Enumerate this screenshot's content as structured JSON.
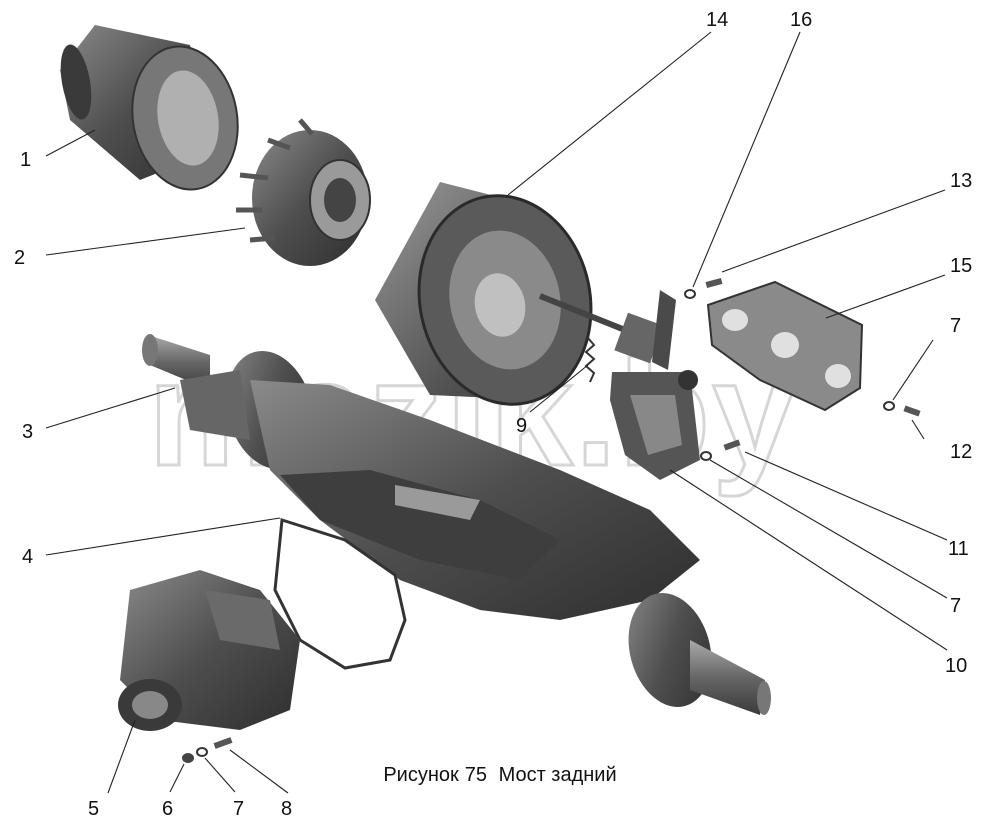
{
  "watermark": "mazik.by",
  "caption": {
    "prefix": "Рисунок",
    "number": "75",
    "title": "Мост задний"
  },
  "callouts": {
    "c1": "1",
    "c2": "2",
    "c3": "3",
    "c4": "4",
    "c5": "5",
    "c6": "6",
    "c7a": "7",
    "c7b": "7",
    "c7c": "7",
    "c8": "8",
    "c9": "9",
    "c10": "10",
    "c11": "11",
    "c12": "12",
    "c13": "13",
    "c14": "14",
    "c15": "15",
    "c16": "16"
  },
  "colors": {
    "part_dark": "#4a4a4a",
    "part_mid": "#7a7a7a",
    "part_light": "#a8a8a8",
    "watermark": "#d6d6d6"
  }
}
